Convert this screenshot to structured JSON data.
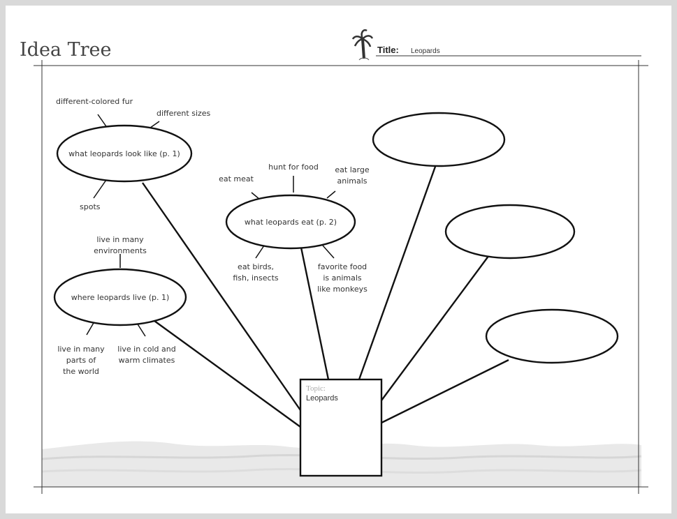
{
  "header": {
    "app_title": "Idea Tree",
    "title_label": "Title:",
    "title_value": "Leopards",
    "icon": "palm-tree-icon"
  },
  "topic": {
    "label": "Topic:",
    "value": "Leopards"
  },
  "branches": [
    {
      "label": "what leopards look like (p. 1)",
      "details": [
        "different-colored fur",
        "different sizes",
        "spots"
      ]
    },
    {
      "label": "what leopards eat (p. 2)",
      "details": [
        "eat meat",
        "hunt for food",
        "eat large animals",
        "eat birds, fish, insects",
        "favorite food is animals like monkeys"
      ]
    },
    {
      "label": "where leopards live (p. 1)",
      "details": [
        "live in many environments",
        "live in many parts of the world",
        "live in cold and warm climates"
      ]
    },
    {
      "label": "",
      "details": []
    },
    {
      "label": "",
      "details": []
    },
    {
      "label": "",
      "details": []
    }
  ]
}
